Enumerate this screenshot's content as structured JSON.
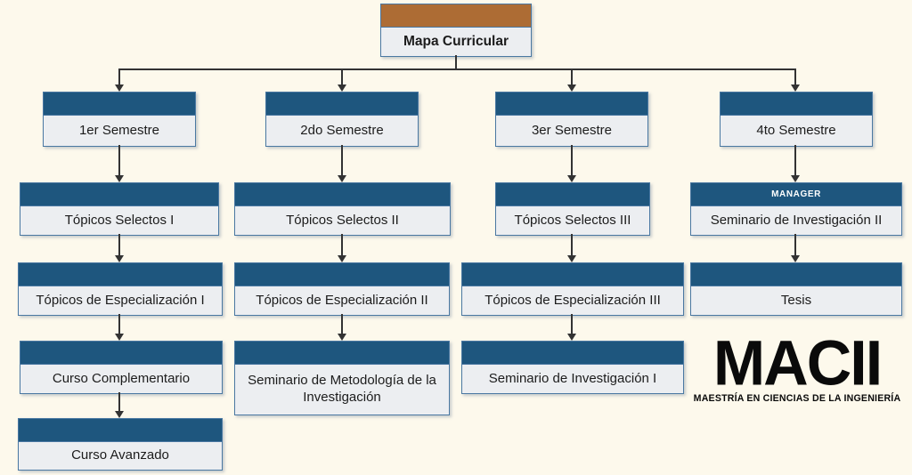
{
  "title": "Mapa Curricular",
  "colors": {
    "background": "#FDF9EC",
    "header_blue": "#1E567E",
    "header_brown": "#AD6C34",
    "box_body": "#ECEEF1",
    "box_border": "#4A78A2",
    "arrow": "#333333",
    "logo_text": "#0A0A0A"
  },
  "root": {
    "label": "Mapa Curricular"
  },
  "columns": [
    {
      "semester": "1er Semestre",
      "courses": [
        "Tópicos Selectos I",
        "Tópicos de Especialización I",
        "Curso Complementario",
        "Curso Avanzado"
      ]
    },
    {
      "semester": "2do Semestre",
      "courses": [
        "Tópicos Selectos II",
        "Tópicos de Especialización II",
        "Seminario de Metodología de la Investigación"
      ]
    },
    {
      "semester": "3er Semestre",
      "courses": [
        "Tópicos Selectos III",
        "Tópicos de Especialización III",
        "Seminario de Investigación I"
      ]
    },
    {
      "semester": "4to Semestre",
      "manager": "MANAGER",
      "courses": [
        "Seminario de Investigación II",
        "Tesis"
      ]
    }
  ],
  "logo": {
    "acronym": "MACII",
    "tagline": "MAESTRÍA EN CIENCIAS DE LA INGENIERÍA"
  }
}
